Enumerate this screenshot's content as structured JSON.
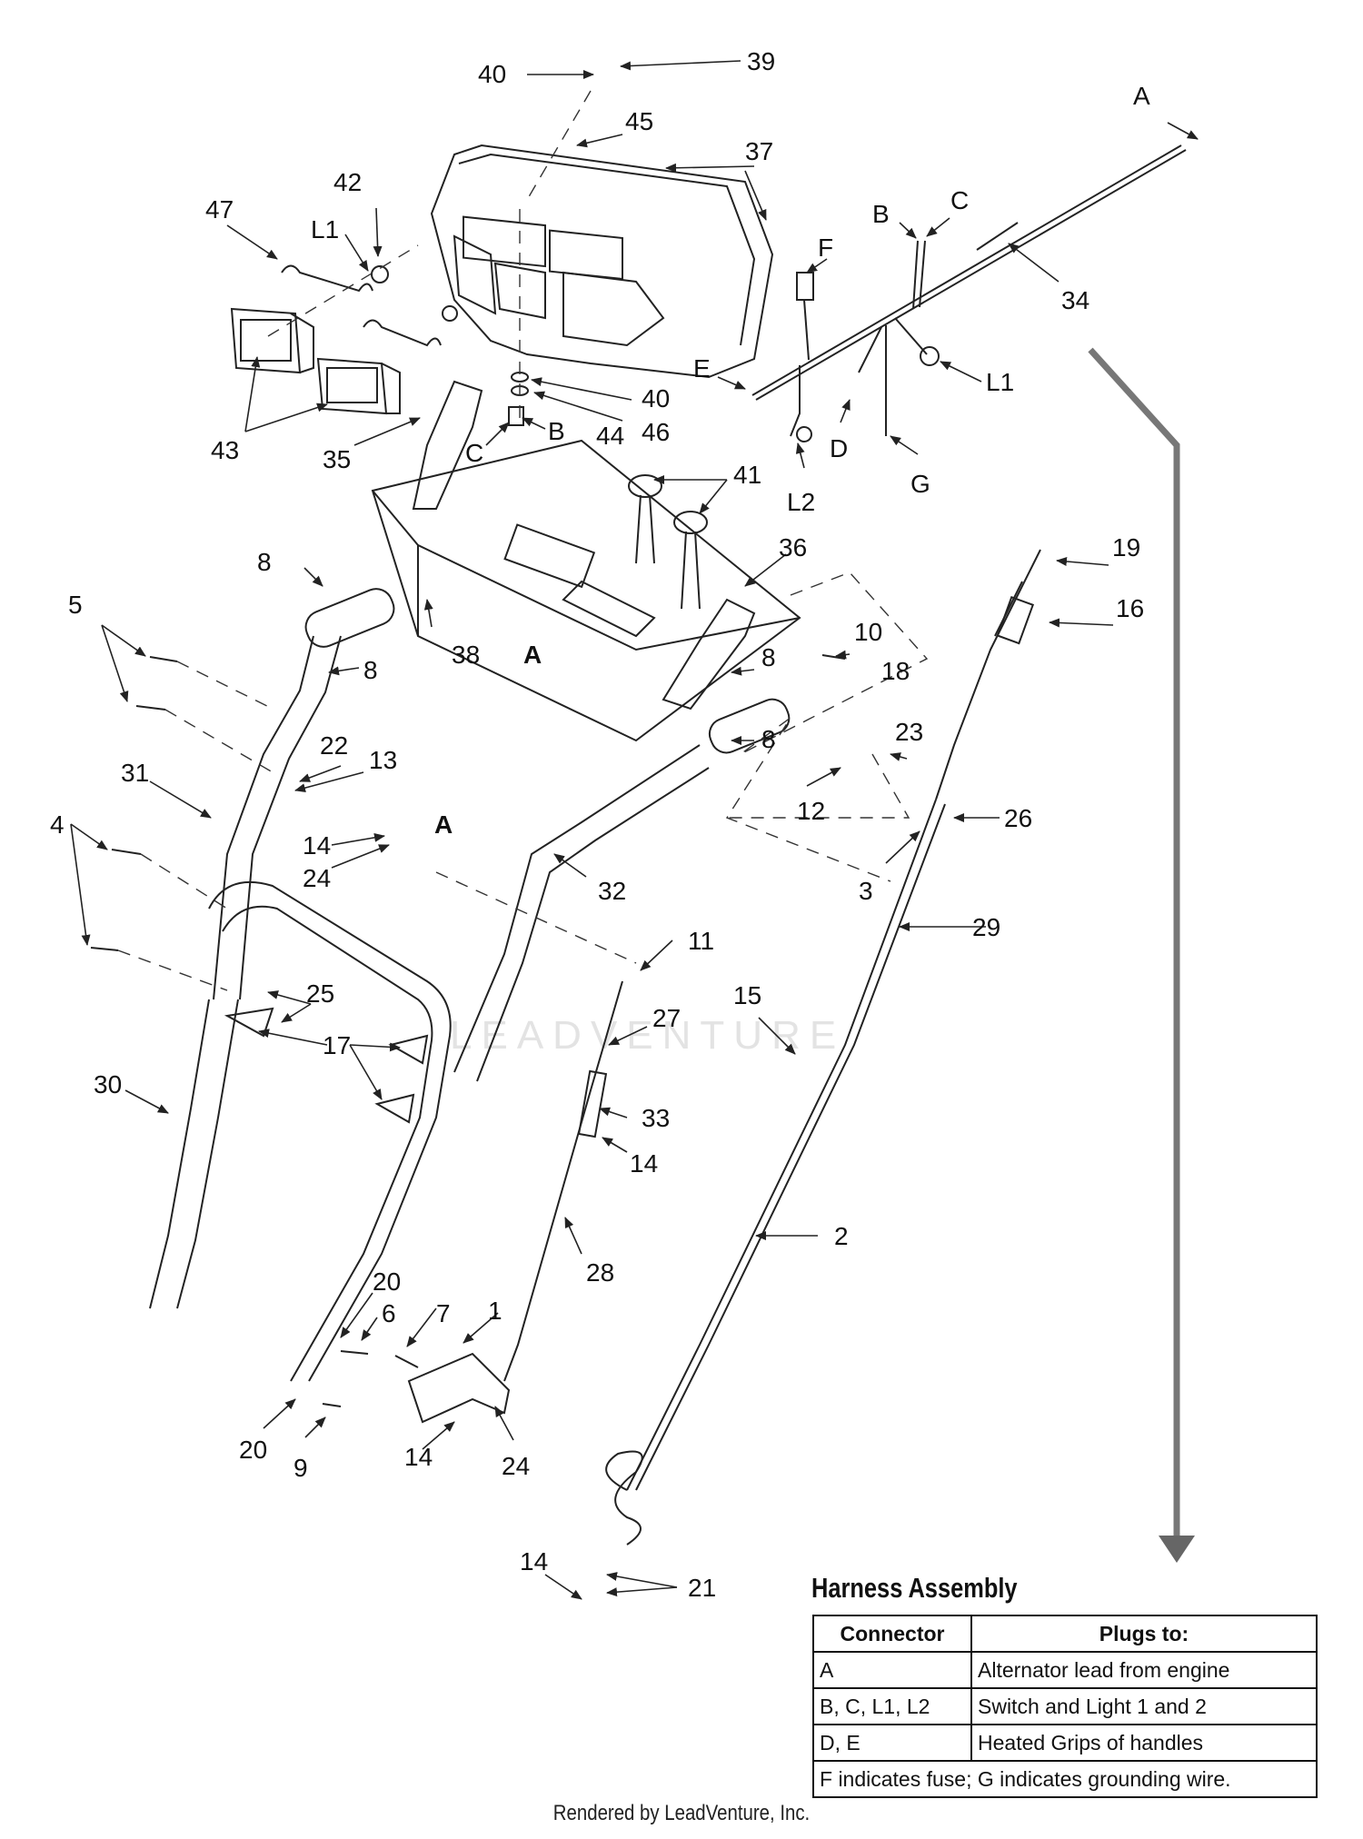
{
  "watermark": "LEADVENTURE",
  "callouts": {
    "c39": "39",
    "c40a": "40",
    "c45": "45",
    "c37": "37",
    "c42": "42",
    "c47": "47",
    "cL1a": "L1",
    "c43": "43",
    "c35": "35",
    "c40b": "40",
    "c46": "46",
    "c44": "44",
    "cB1": "B",
    "cC1": "C",
    "cA1": "A",
    "cB2": "B",
    "cC2": "C",
    "cF": "F",
    "c34": "34",
    "cE": "E",
    "cL1b": "L1",
    "cD": "D",
    "cG": "G",
    "cL2": "L2",
    "c41": "41",
    "c36": "36",
    "c38": "38",
    "cA2": "A",
    "c8a": "8",
    "c8b": "8",
    "c8c": "8",
    "c8d": "8",
    "c5": "5",
    "c10": "10",
    "c18": "18",
    "c19": "19",
    "c16": "16",
    "c23": "23",
    "c12": "12",
    "c26": "26",
    "c3": "3",
    "c22": "22",
    "c13": "13",
    "c31": "31",
    "c14a": "14",
    "c24a": "24",
    "cA3": "A",
    "c32": "32",
    "c4": "4",
    "c29": "29",
    "c11": "11",
    "c25": "25",
    "c15": "15",
    "c17": "17",
    "c27": "27",
    "c30": "30",
    "c33": "33",
    "c14b": "14",
    "c2": "2",
    "c28": "28",
    "c20a": "20",
    "c6": "6",
    "c7": "7",
    "c1": "1",
    "c20b": "20",
    "c9": "9",
    "c14c": "14",
    "c24b": "24",
    "c14d": "14",
    "c21": "21"
  },
  "harness": {
    "title": "Harness Assembly",
    "header": {
      "connector": "Connector",
      "plugs_to": "Plugs to:"
    },
    "rows": [
      {
        "connector": "A",
        "plugs_to": "Alternator lead from engine"
      },
      {
        "connector": "B, C, L1, L2",
        "plugs_to": "Switch and Light 1 and 2"
      },
      {
        "connector": "D, E",
        "plugs_to": "Heated Grips of handles"
      }
    ],
    "note": "F indicates fuse; G indicates grounding wire."
  },
  "footer": "Rendered by LeadVenture, Inc."
}
